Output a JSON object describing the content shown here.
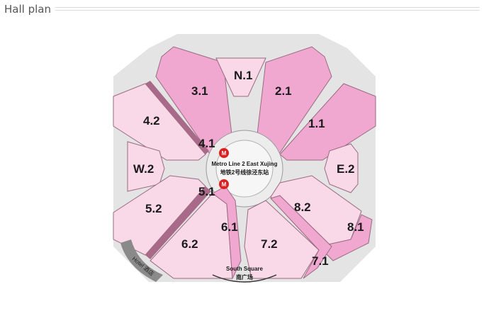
{
  "header": {
    "title": "Hall plan"
  },
  "map": {
    "colors": {
      "hall": "#f0a8d0",
      "hall_light": "#f9d8e8",
      "road": "#ffffff",
      "bg": "#d9d9d9",
      "accent": "#e02020"
    },
    "halls": {
      "n1": "N.1",
      "h31": "3.1",
      "h21": "2.1",
      "h42": "4.2",
      "h11": "1.1",
      "h41": "4.1",
      "w2": "W.2",
      "e2": "E.2",
      "h51": "5.1",
      "h52": "5.2",
      "h82": "8.2",
      "h61": "6.1",
      "h81": "8.1",
      "h62": "6.2",
      "h72": "7.2",
      "h71": "7.1"
    },
    "center_label_en": "Metro Line 2 East Xujing",
    "center_label_cn": "地铁2号线徐泾东站",
    "hotel_label": "Hotel 酒店",
    "south_square_en": "South Square",
    "south_square_cn": "南广场",
    "metro_icons": [
      "metro-icon",
      "metro-icon"
    ]
  }
}
